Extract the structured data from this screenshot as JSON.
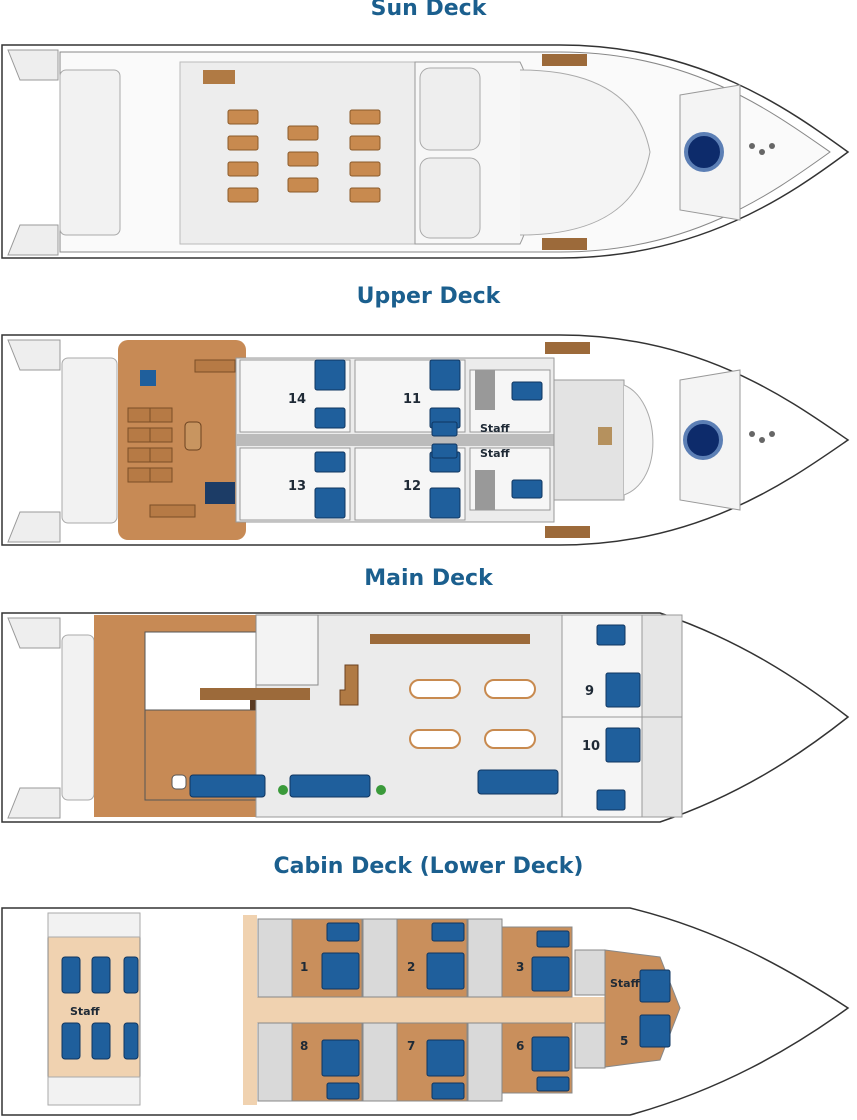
{
  "decks": {
    "sun": {
      "title": "Sun Deck"
    },
    "upper": {
      "title": "Upper Deck",
      "rooms": [
        "14",
        "11",
        "13",
        "12"
      ],
      "staff": [
        "Staff",
        "Staff"
      ]
    },
    "main": {
      "title": "Main Deck",
      "rooms": [
        "9",
        "10"
      ]
    },
    "cabin": {
      "title": "Cabin Deck (Lower Deck)",
      "rooms": [
        "1",
        "2",
        "3",
        "8",
        "7",
        "6",
        "5"
      ],
      "staff": [
        "Staff",
        "Staff"
      ]
    }
  },
  "colors": {
    "title": "#1b5f8e",
    "wood": "#c78a55",
    "hull": "#ffffff",
    "floor": "#e9ebec",
    "bed": "#1f5f9c",
    "cabin_floor": "#c98f5c",
    "staff_floor": "#f0d2b0"
  },
  "icons": [
    "lounger-icon",
    "hot-tub-icon",
    "bed-icon",
    "dining-table-icon",
    "sofa-icon",
    "toilet-icon",
    "plant-icon"
  ]
}
